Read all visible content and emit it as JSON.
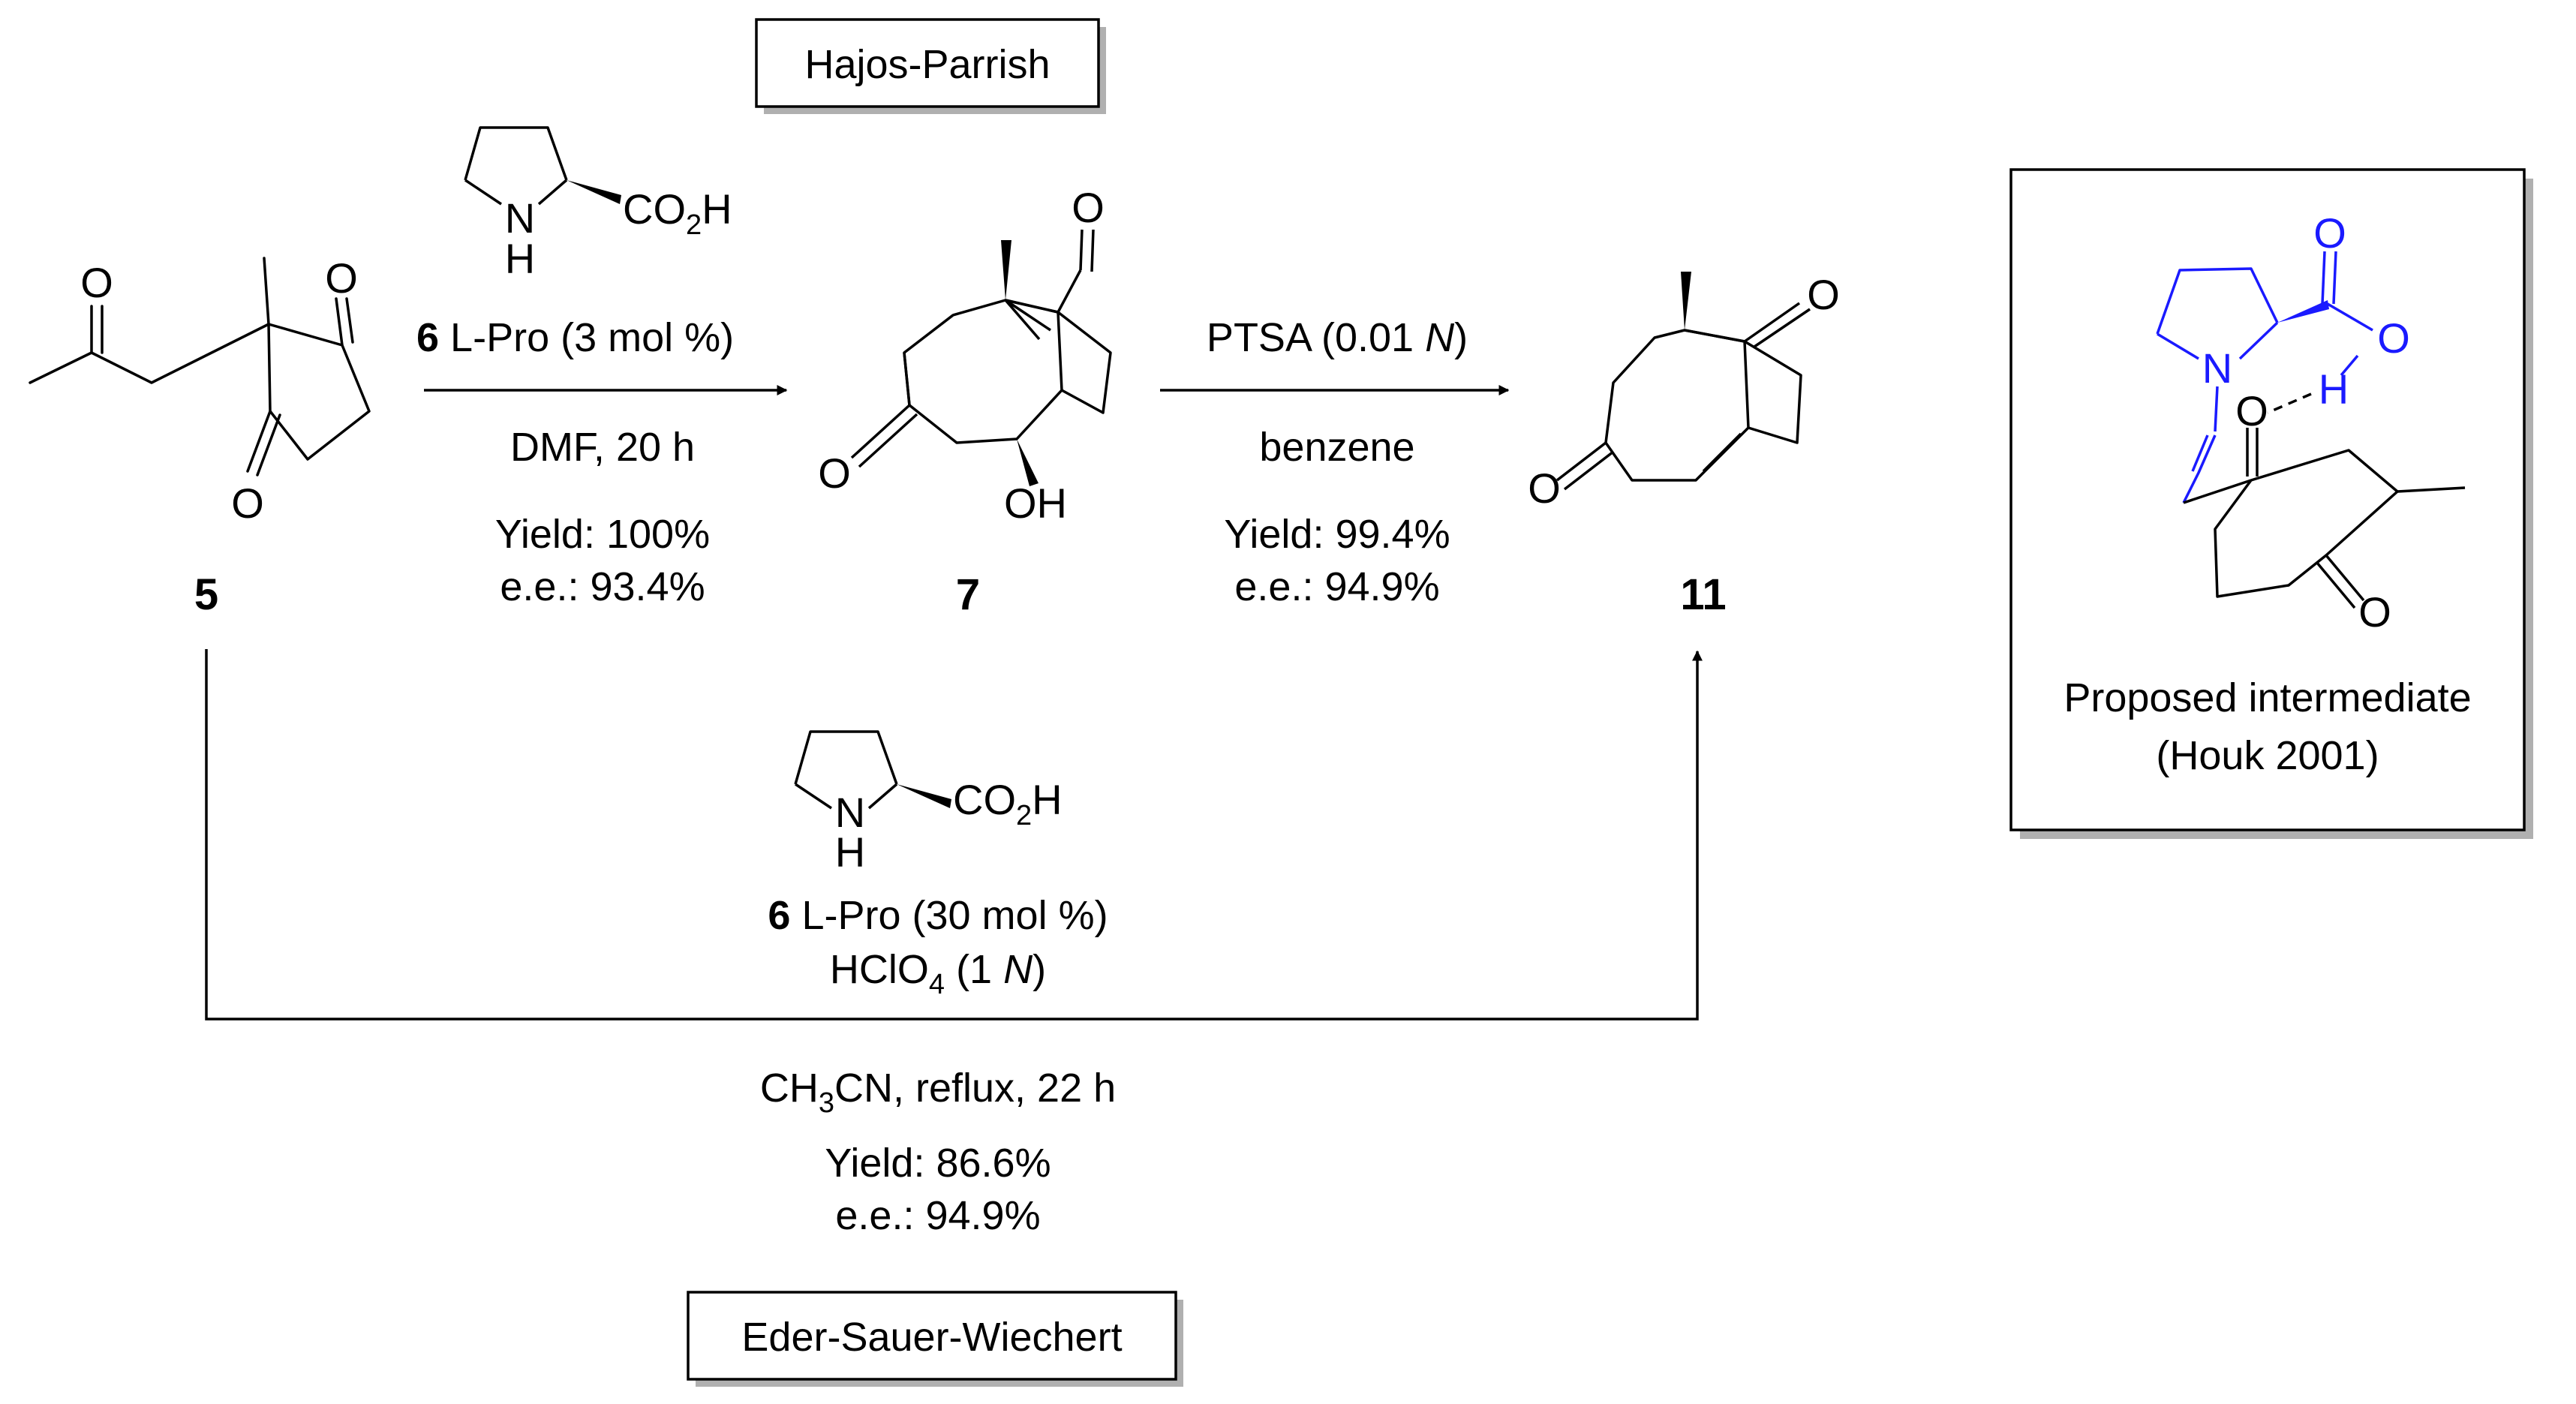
{
  "named_reactions": {
    "top": "Hajos-Parrish",
    "bottom": "Eder-Sauer-Wiechert"
  },
  "compounds": {
    "start": "5",
    "aldol": "7",
    "enone": "11"
  },
  "atoms": {
    "O": "O",
    "N": "N",
    "H": "H",
    "OH": "OH",
    "CO": "CO",
    "sub2": "2",
    "sub3": "3",
    "sub4": "4"
  },
  "step1": {
    "catalyst_num": "6",
    "catalyst": " L-Pro (3 mol %)",
    "solvent": "DMF,  20 h",
    "yield": "Yield: 100%",
    "ee": "e.e.: 93.4%"
  },
  "step2": {
    "reagent_pre": "PTSA (0.01 ",
    "reagent_n": "N",
    "reagent_post": ")",
    "solvent": "benzene",
    "yield": "Yield: 99.4%",
    "ee": "e.e.: 94.9%"
  },
  "step3": {
    "catalyst_num": "6",
    "catalyst": " L-Pro (30 mol %)",
    "acid_pre": "HClO",
    "acid_mid": " (1 ",
    "acid_n": "N",
    "acid_post": ")",
    "solvent_pre": "CH",
    "solvent_mid": "CN, reflux, 22 h",
    "yield": "Yield: 86.6%",
    "ee": "e.e.: 94.9%"
  },
  "intermediate": {
    "caption_line1": "Proposed intermediate",
    "caption_line2": "(Houk 2001)"
  },
  "colors": {
    "ink": "#000000",
    "highlight": "#1a1aff",
    "shadow": "#b0b0b0"
  }
}
